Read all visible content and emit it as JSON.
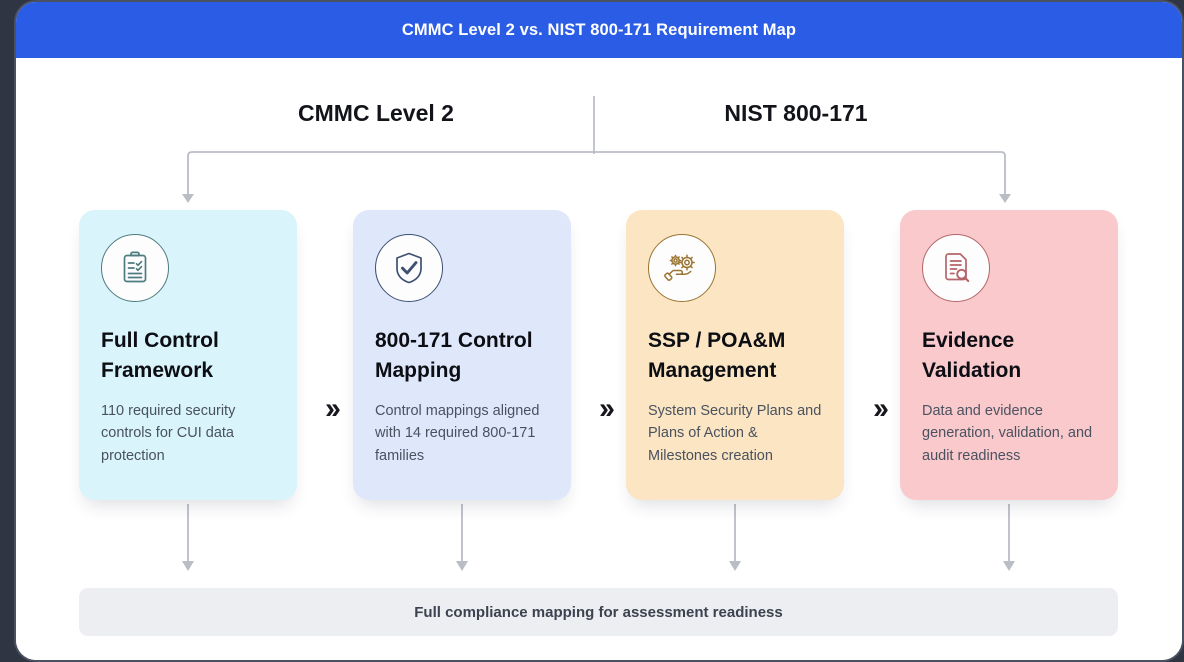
{
  "header": {
    "title": "CMMC Level 2 vs. NIST 800-171 Requirement Map",
    "background_color": "#2b5ce6",
    "text_color": "#ffffff"
  },
  "sections": [
    {
      "label": "CMMC Level 2"
    },
    {
      "label": "NIST 800-171"
    }
  ],
  "cards": [
    {
      "title": "Full Control Framework",
      "description": "110 required security controls for CUI data protection",
      "icon": "clipboard-checklist-icon",
      "background_color": "#d9f4fa",
      "accent_color": "#4e7b80"
    },
    {
      "title": "800-171 Control Mapping",
      "description": "Control mappings aligned with 14 required 800-171 families",
      "icon": "shield-check-icon",
      "background_color": "#dfe8fb",
      "accent_color": "#3f5172"
    },
    {
      "title": "SSP / POA&M Management",
      "description": "System Security Plans and Plans of Action & Milestones creation",
      "icon": "hand-gears-icon",
      "background_color": "#fbe5c3",
      "accent_color": "#9a7432"
    },
    {
      "title": "Evidence Validation",
      "description": "Data and evidence generation, validation, and audit readiness",
      "icon": "document-search-icon",
      "background_color": "#f9c9cc",
      "accent_color": "#b4666a"
    }
  ],
  "connectors": {
    "chevron_glyph": "››",
    "chevron_count": 3
  },
  "footer": {
    "text": "Full compliance mapping for assessment readiness",
    "background_color": "#eceef1"
  }
}
